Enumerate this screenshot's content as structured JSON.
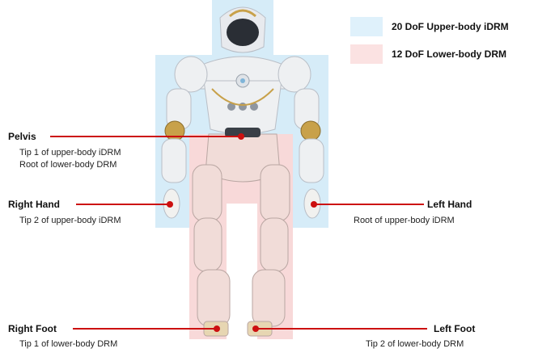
{
  "legend": [
    {
      "label": "20 DoF Upper-body iDRM",
      "color": "#dff1fb"
    },
    {
      "label": "12 DoF Lower-body DRM",
      "color": "#fbe2e2"
    }
  ],
  "colors": {
    "upper_region": "#d6ecf8",
    "lower_region": "#f8d9d9",
    "leader_line": "#cc1010",
    "robot_body": "#eef0f2",
    "robot_accent": "#c8a14a"
  },
  "callouts": {
    "pelvis": {
      "title": "Pelvis",
      "lines": [
        "Tip 1 of upper-body iDRM",
        "Root of lower-body DRM"
      ]
    },
    "right_hand": {
      "title": "Right Hand",
      "lines": [
        "Tip 2 of upper-body iDRM"
      ]
    },
    "left_hand": {
      "title": "Left Hand",
      "lines": [
        "Root of upper-body iDRM"
      ]
    },
    "right_foot": {
      "title": "Right Foot",
      "lines": [
        "Tip 1 of lower-body DRM"
      ]
    },
    "left_foot": {
      "title": "Left Foot",
      "lines": [
        "Tip 2 of lower-body DRM"
      ]
    }
  }
}
